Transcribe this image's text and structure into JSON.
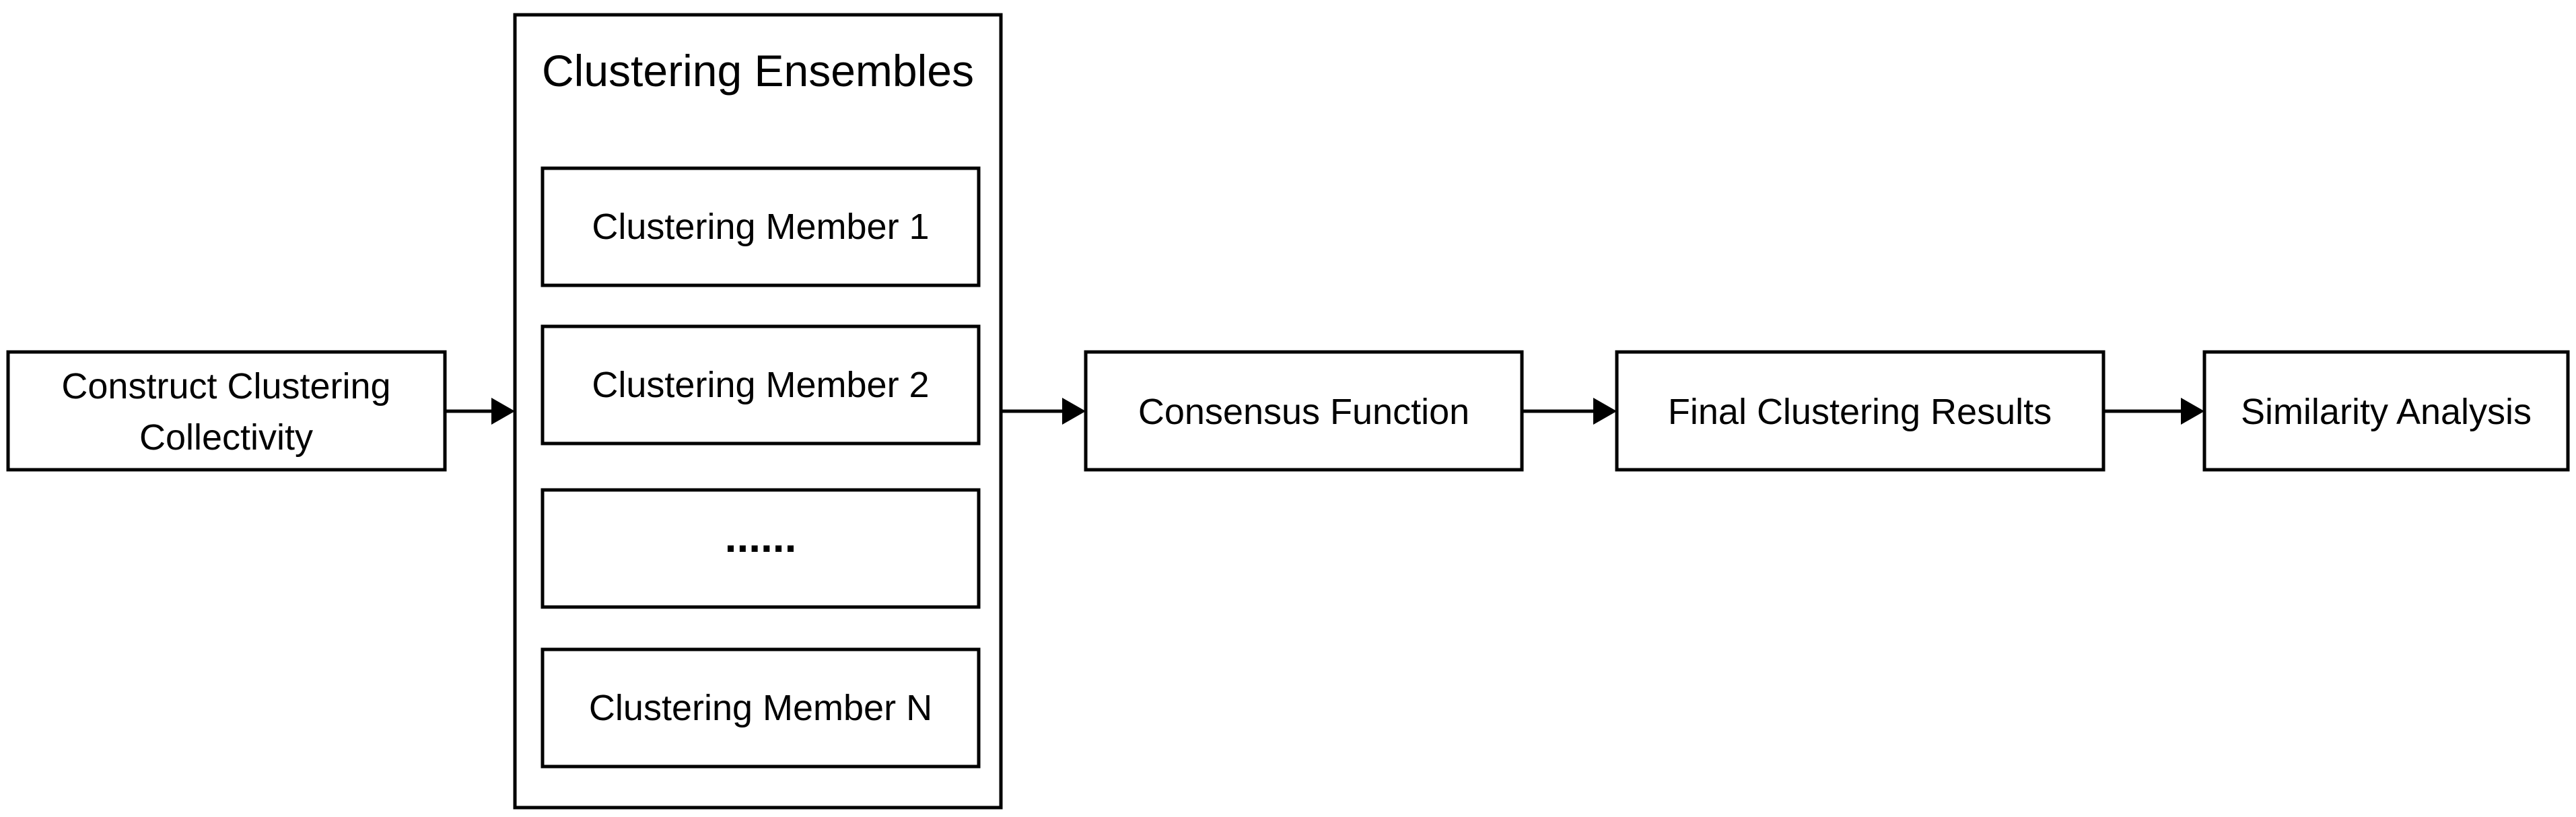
{
  "nodes": {
    "construct": {
      "line1": "Construct Clustering",
      "line2": "Collectivity"
    },
    "ensemble": {
      "title": "Clustering Ensembles",
      "members": [
        "Clustering Member 1",
        "Clustering Member 2",
        "......",
        "Clustering Member N"
      ]
    },
    "consensus": {
      "label": "Consensus Function"
    },
    "final_results": {
      "label": "Final Clustering Results"
    },
    "similarity": {
      "label": "Similarity Analysis"
    }
  },
  "edges": [
    {
      "from": "construct",
      "to": "ensemble"
    },
    {
      "from": "ensemble",
      "to": "consensus"
    },
    {
      "from": "consensus",
      "to": "final_results"
    },
    {
      "from": "final_results",
      "to": "similarity"
    }
  ],
  "colors": {
    "stroke": "#000000",
    "fill": "#ffffff",
    "text": "#000000"
  }
}
